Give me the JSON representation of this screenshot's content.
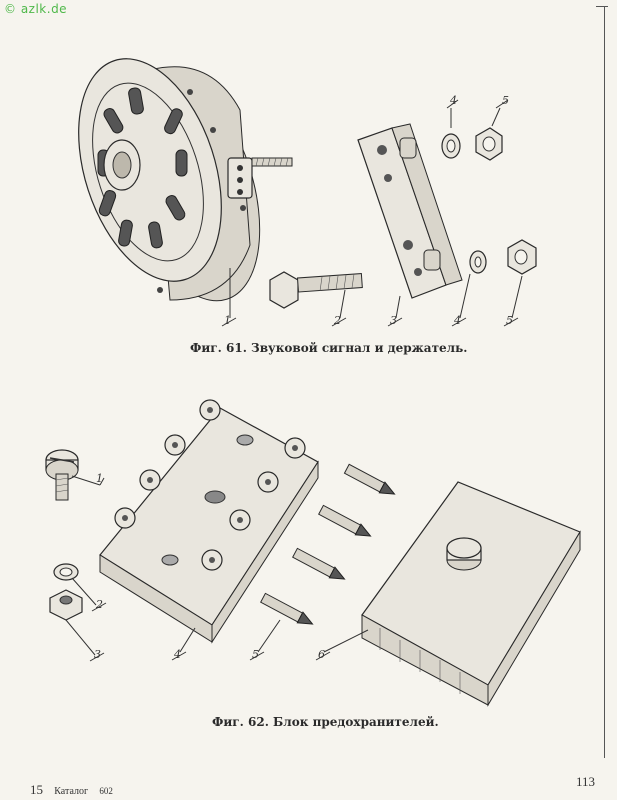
{
  "watermark": "© azlk.de",
  "figures": [
    {
      "caption": "Фиг. 61. Звуковой сигнал и держатель.",
      "callouts": [
        "1",
        "2",
        "3",
        "4",
        "5",
        "4",
        "5"
      ]
    },
    {
      "caption": "Фиг. 62. Блок предохранителей.",
      "callouts": [
        "1",
        "2",
        "3",
        "4",
        "5",
        "6"
      ]
    }
  ],
  "footer": {
    "sheet": "15",
    "catalog_label": "Каталог",
    "catalog_number": "602",
    "page_number": "113"
  }
}
